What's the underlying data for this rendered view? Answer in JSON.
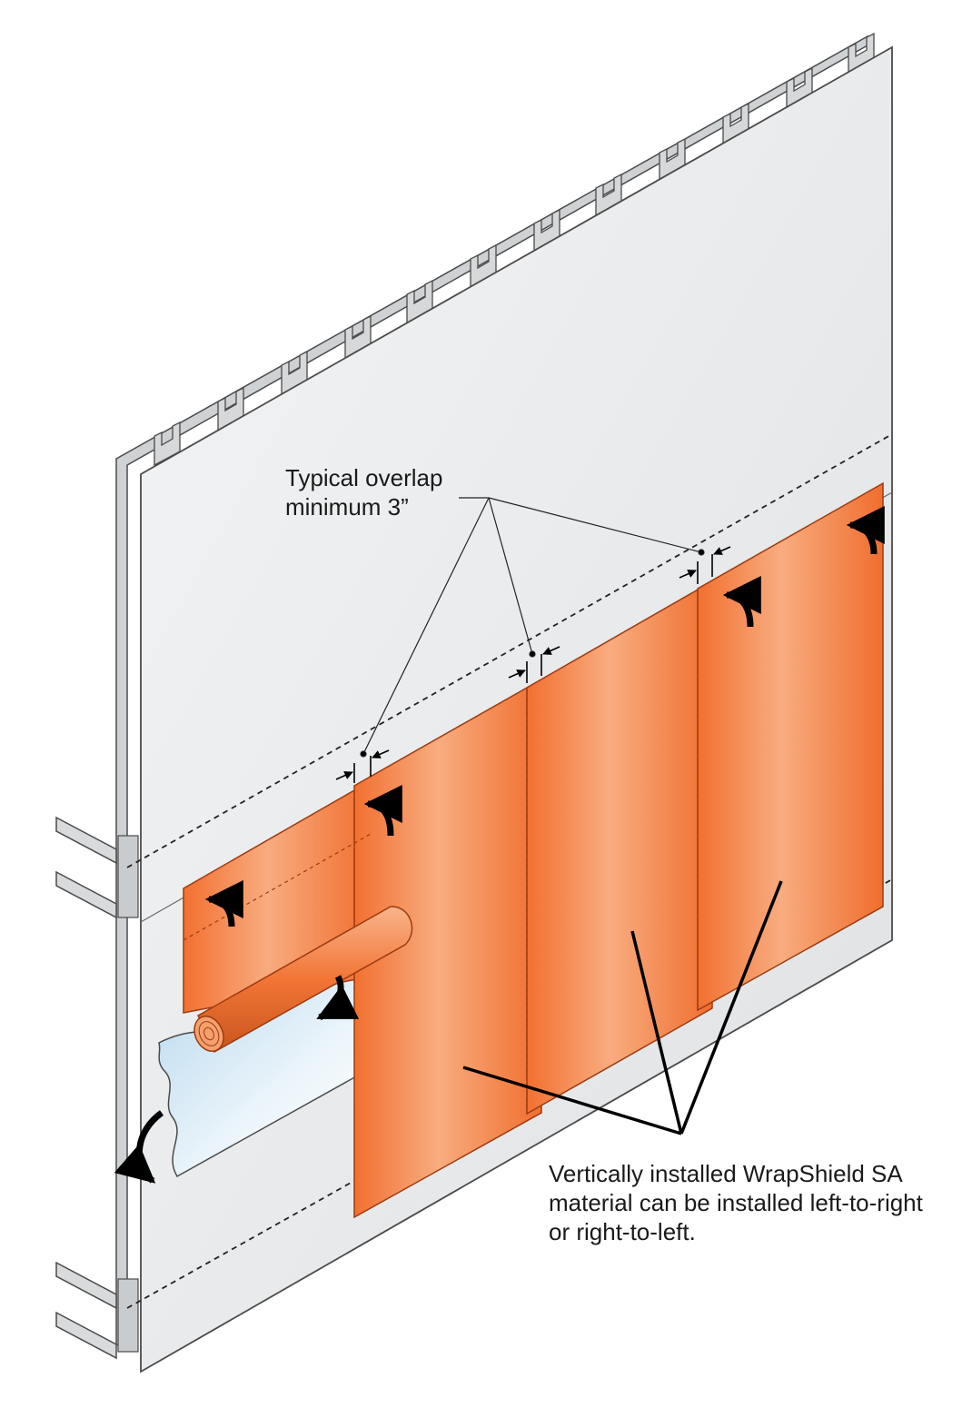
{
  "overlap_callout": {
    "line1": "Typical overlap",
    "line2": "minimum 3”"
  },
  "direction_callout": {
    "line1": "Vertically installed WrapShield SA",
    "line2": "material can be installed left-to-right",
    "line3": "or right-to-left."
  },
  "colors": {
    "membrane": "#f27536",
    "membrane_light": "#f8ab7e",
    "membrane_edge": "#9c3a10",
    "sheathing": "#e9eaeb",
    "release_liner": "#dcecf7",
    "stud": "#d2d4d6",
    "outline": "#4a4a4a"
  },
  "icons": [
    "curved-arrow-icon",
    "overlap-dimension-icon",
    "membrane-roll-icon"
  ]
}
